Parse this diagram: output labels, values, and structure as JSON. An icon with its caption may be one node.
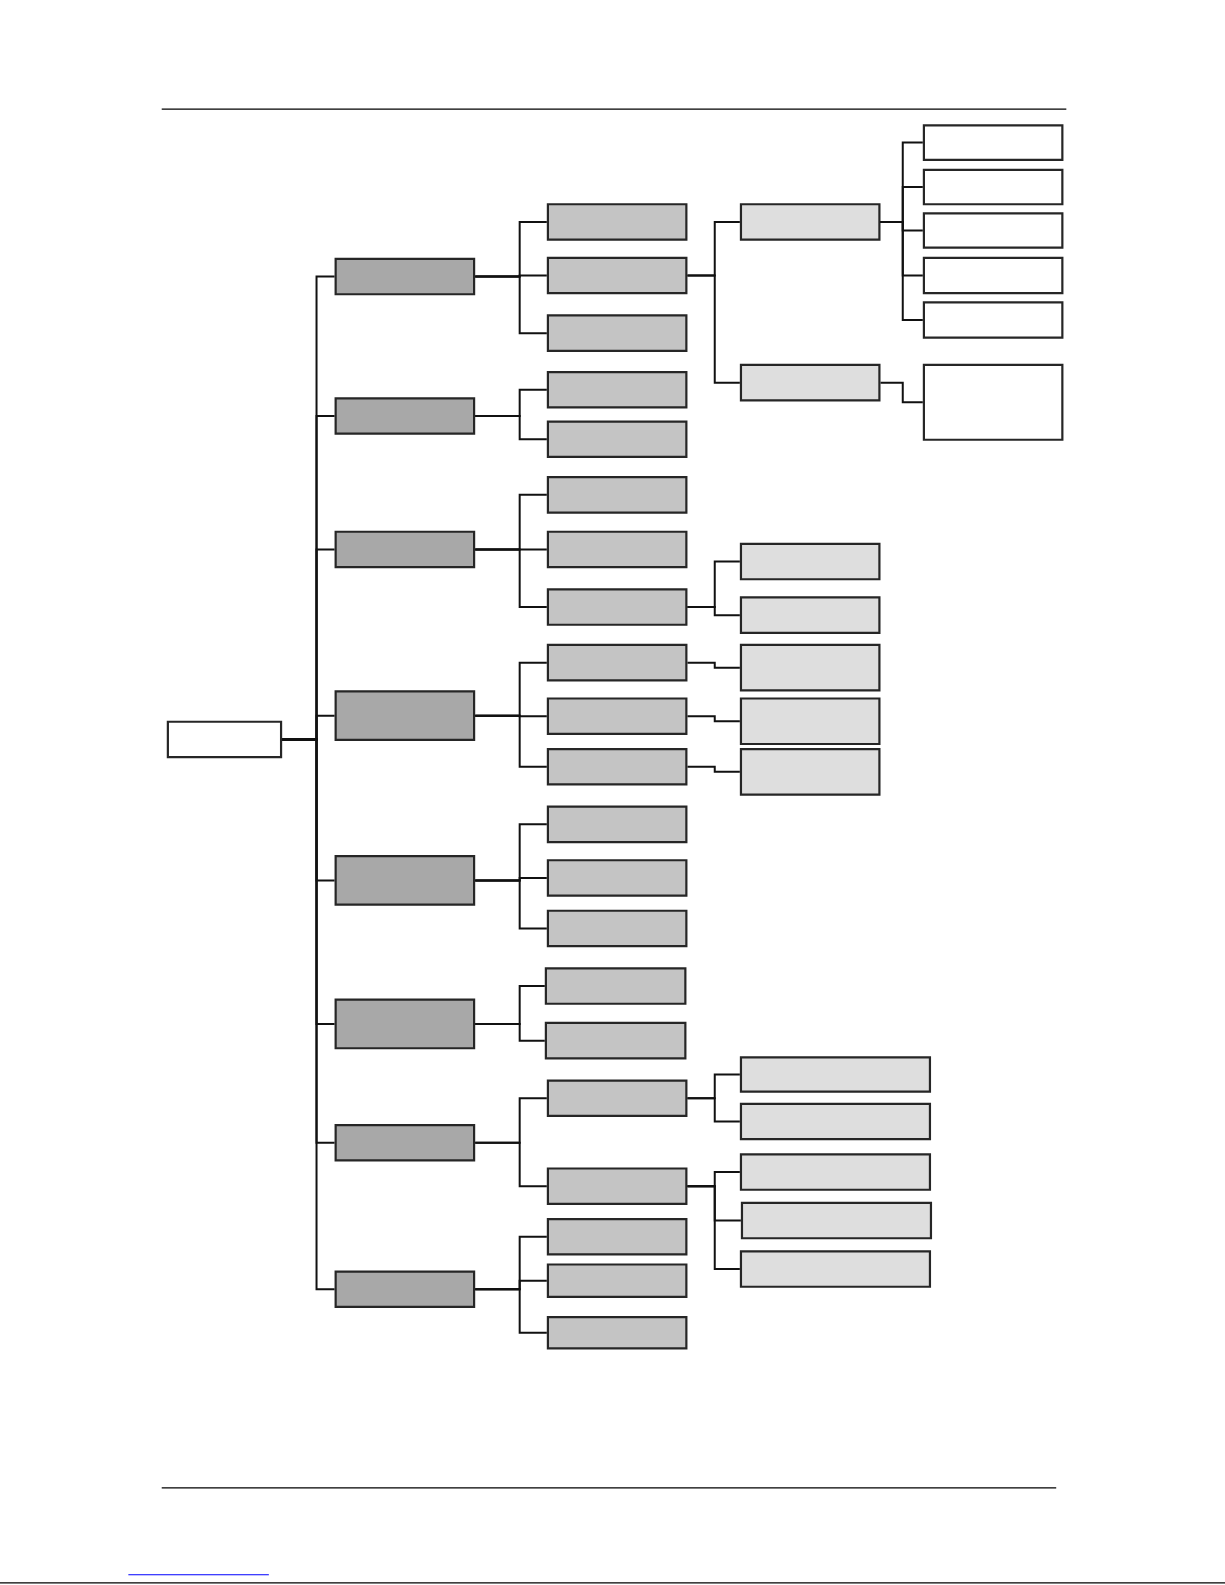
{
  "diagram": {
    "nodes": [
      {
        "text": [],
        "shape": "box"
      },
      {
        "text": [],
        "shape": "box"
      },
      {
        "text": [],
        "shape": "box"
      },
      {
        "text": [],
        "shape": "box"
      },
      {
        "text": [],
        "shape": "box"
      },
      {
        "text": [],
        "shape": "box"
      },
      {
        "text": [],
        "shape": "box"
      },
      {
        "text": [],
        "shape": "box"
      },
      {
        "text": [],
        "shape": "box"
      },
      {
        "text": [],
        "shape": "box"
      },
      {
        "text": [],
        "shape": "box"
      },
      {
        "text": [],
        "shape": "box"
      },
      {
        "text": [],
        "shape": "box"
      },
      {
        "text": [],
        "shape": "box"
      },
      {
        "text": [],
        "shape": "box"
      },
      {
        "text": [],
        "shape": "box"
      },
      {
        "text": [],
        "shape": "box"
      },
      {
        "text": [],
        "shape": "box"
      },
      {
        "text": [],
        "shape": "box"
      },
      {
        "text": [],
        "shape": "box"
      },
      {
        "text": [],
        "shape": "box"
      },
      {
        "text": [],
        "shape": "box"
      },
      {
        "text": [],
        "shape": "box"
      },
      {
        "text": [],
        "shape": "box"
      },
      {
        "text": [],
        "shape": "box"
      },
      {
        "text": [],
        "shape": "box"
      },
      {
        "text": [],
        "shape": "box"
      },
      {
        "text": [],
        "shape": "box"
      },
      {
        "text": [],
        "shape": "box"
      },
      {
        "text": [],
        "shape": "box"
      },
      {
        "text": [],
        "shape": "box"
      },
      {
        "text": [],
        "shape": "box"
      },
      {
        "text": [],
        "shape": "box"
      },
      {
        "text": [],
        "shape": "box"
      },
      {
        "text": [],
        "shape": "box"
      },
      {
        "text": [],
        "shape": "box"
      },
      {
        "text": [],
        "shape": "box"
      },
      {
        "text": [],
        "shape": "box"
      },
      {
        "text": [],
        "shape": "box"
      },
      {
        "text": [],
        "shape": "box"
      },
      {
        "text": [],
        "shape": "box"
      },
      {
        "text": [],
        "shape": "box"
      },
      {
        "text": [],
        "shape": "box"
      },
      {
        "text": [],
        "shape": "box"
      },
      {
        "text": [],
        "shape": "box"
      },
      {
        "text": [],
        "shape": "box"
      },
      {
        "text": [],
        "shape": "box"
      },
      {
        "text": [],
        "shape": "box"
      }
    ],
    "edges": [
      {
        "from": 0,
        "to": 1,
        "arrow": "none"
      },
      {
        "from": 1,
        "to": 2,
        "arrow": "none"
      },
      {
        "from": 1,
        "to": 3,
        "arrow": "none"
      },
      {
        "from": 3,
        "to": 4,
        "arrow": "none"
      },
      {
        "from": 4,
        "to": 5,
        "arrow": "none"
      },
      {
        "from": 4,
        "to": 6,
        "arrow": "none"
      },
      {
        "from": 4,
        "to": 7,
        "arrow": "none"
      },
      {
        "from": 4,
        "to": 8,
        "arrow": "none"
      },
      {
        "from": 4,
        "to": 9,
        "arrow": "none"
      },
      {
        "from": 3,
        "to": 10,
        "arrow": "none"
      },
      {
        "from": 10,
        "to": 11,
        "arrow": "none"
      },
      {
        "from": 1,
        "to": 12,
        "arrow": "none"
      },
      {
        "from": 0,
        "to": 13,
        "arrow": "none"
      },
      {
        "from": 13,
        "to": 14,
        "arrow": "none"
      },
      {
        "from": 13,
        "to": 15,
        "arrow": "none"
      },
      {
        "from": 0,
        "to": 16,
        "arrow": "none"
      },
      {
        "from": 16,
        "to": 17,
        "arrow": "none"
      },
      {
        "from": 16,
        "to": 18,
        "arrow": "none"
      },
      {
        "from": 16,
        "to": 19,
        "arrow": "none"
      },
      {
        "from": 19,
        "to": 20,
        "arrow": "none"
      },
      {
        "from": 19,
        "to": 21,
        "arrow": "none"
      },
      {
        "from": 0,
        "to": 22,
        "arrow": "none"
      },
      {
        "from": 22,
        "to": 23,
        "arrow": "none"
      },
      {
        "from": 23,
        "to": 24,
        "arrow": "none"
      },
      {
        "from": 22,
        "to": 25,
        "arrow": "none"
      },
      {
        "from": 25,
        "to": 26,
        "arrow": "none"
      },
      {
        "from": 22,
        "to": 27,
        "arrow": "none"
      },
      {
        "from": 27,
        "to": 28,
        "arrow": "none"
      },
      {
        "from": 0,
        "to": 29,
        "arrow": "none"
      },
      {
        "from": 29,
        "to": 30,
        "arrow": "none"
      },
      {
        "from": 29,
        "to": 31,
        "arrow": "none"
      },
      {
        "from": 29,
        "to": 32,
        "arrow": "none"
      },
      {
        "from": 0,
        "to": 33,
        "arrow": "none"
      },
      {
        "from": 33,
        "to": 34,
        "arrow": "none"
      },
      {
        "from": 33,
        "to": 35,
        "arrow": "none"
      },
      {
        "from": 0,
        "to": 36,
        "arrow": "none"
      },
      {
        "from": 36,
        "to": 37,
        "arrow": "none"
      },
      {
        "from": 37,
        "to": 38,
        "arrow": "none"
      },
      {
        "from": 37,
        "to": 39,
        "arrow": "none"
      },
      {
        "from": 36,
        "to": 40,
        "arrow": "none"
      },
      {
        "from": 40,
        "to": 41,
        "arrow": "none"
      },
      {
        "from": 40,
        "to": 42,
        "arrow": "none"
      },
      {
        "from": 40,
        "to": 43,
        "arrow": "none"
      },
      {
        "from": 0,
        "to": 44,
        "arrow": "none"
      },
      {
        "from": 44,
        "to": 45,
        "arrow": "none"
      },
      {
        "from": 44,
        "to": 46,
        "arrow": "none"
      },
      {
        "from": 44,
        "to": 47,
        "arrow": "none"
      }
    ]
  }
}
